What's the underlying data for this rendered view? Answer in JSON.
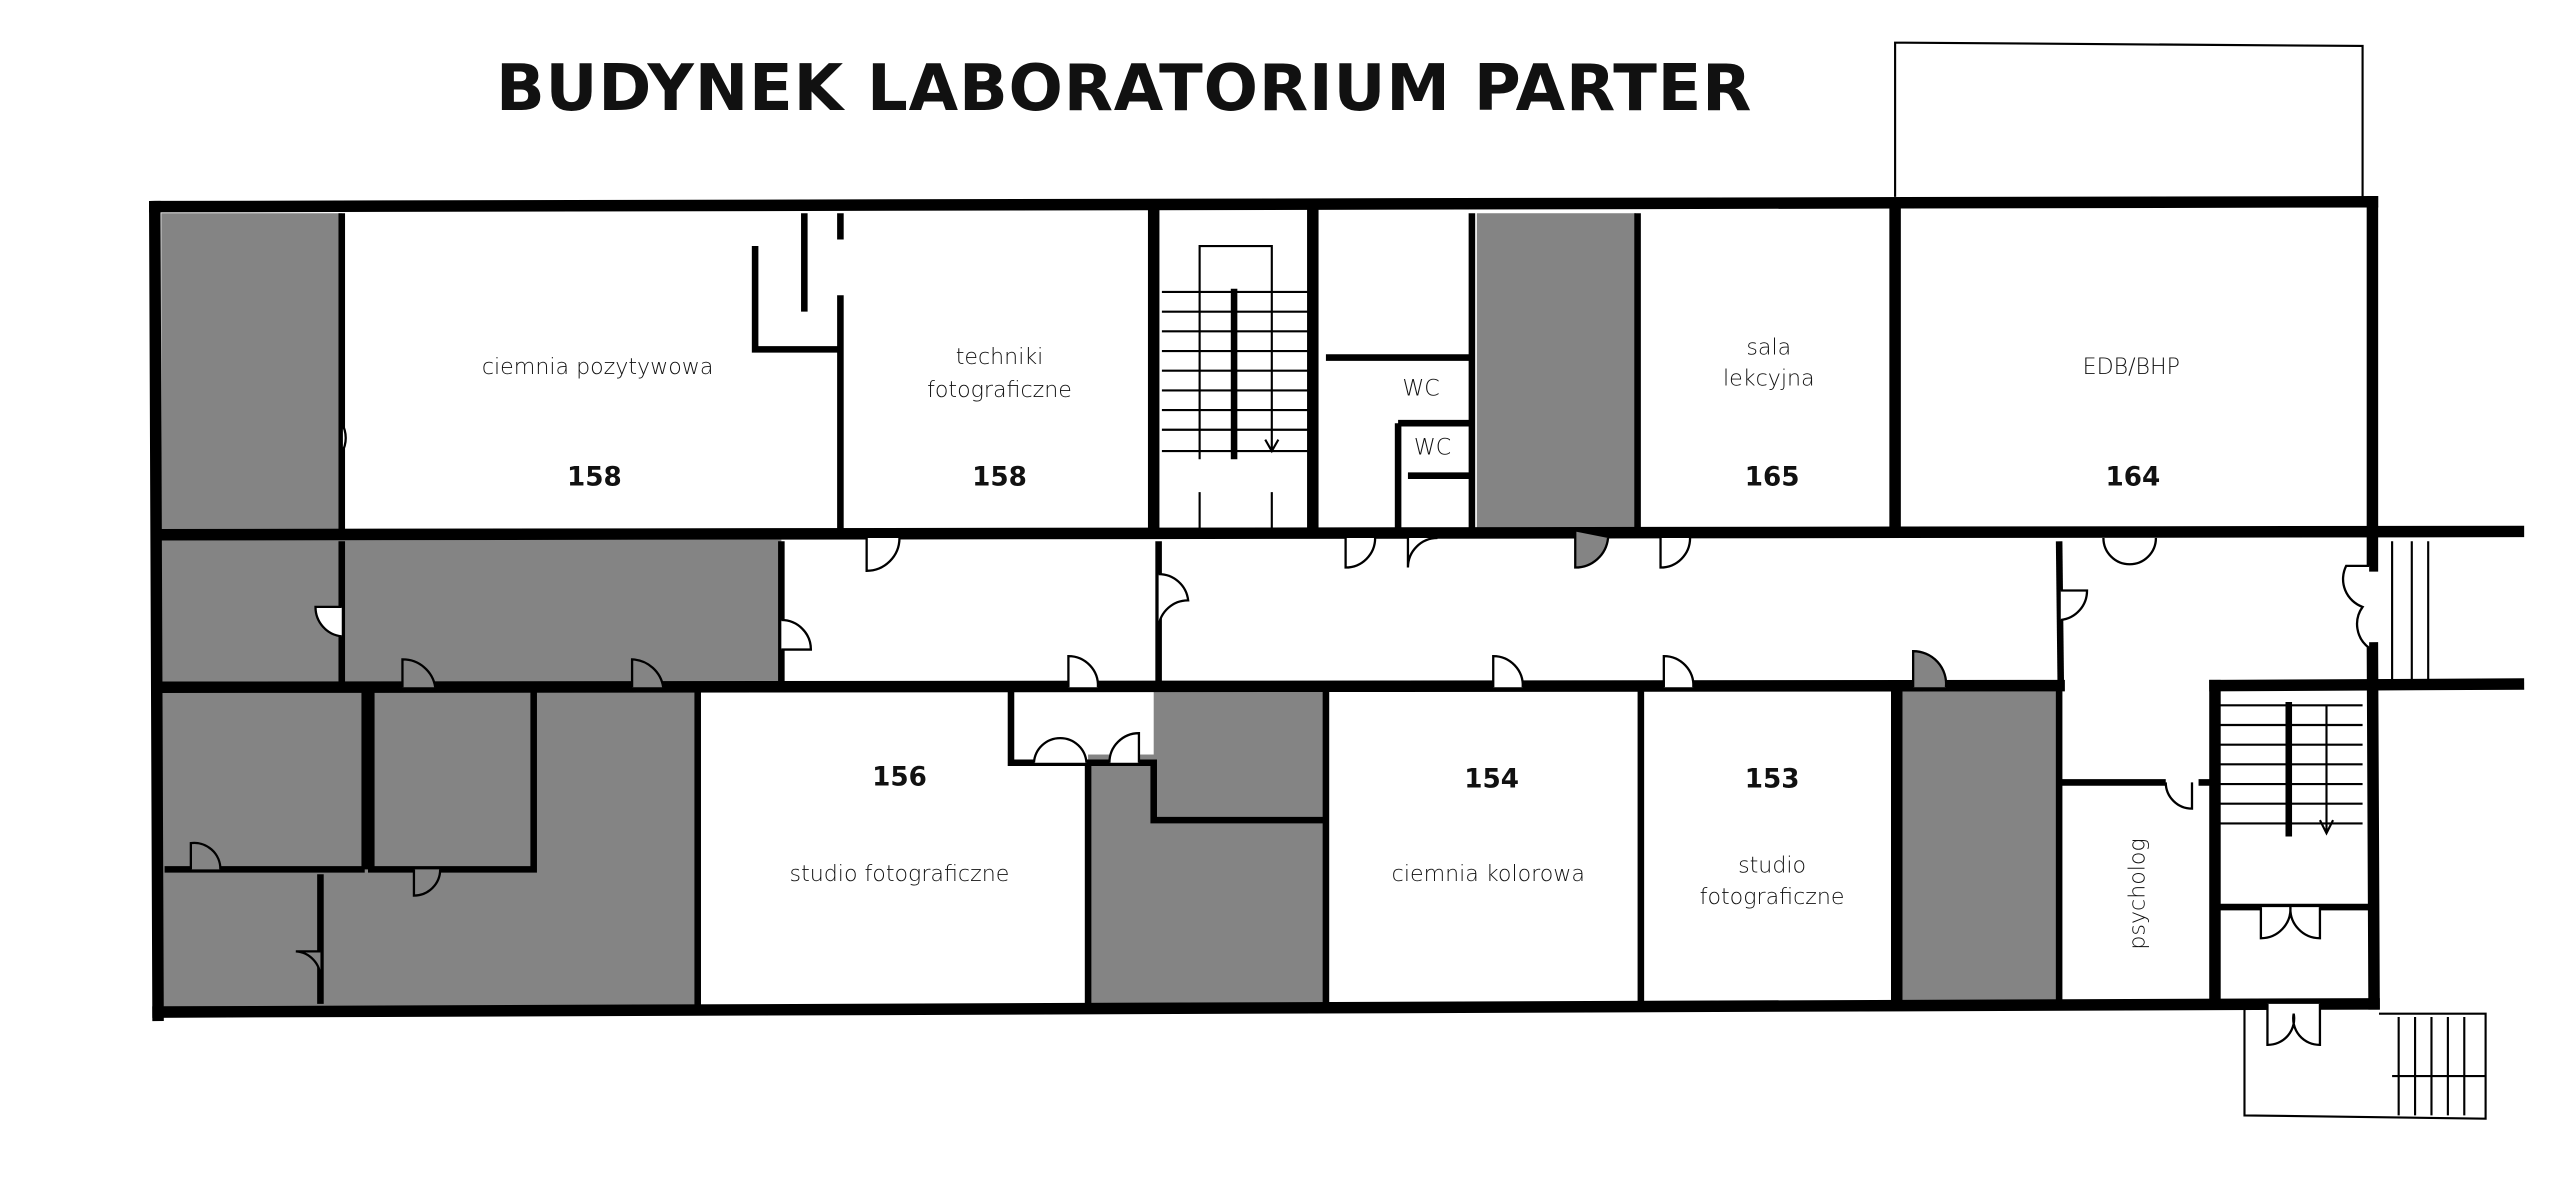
{
  "title": "BUDYNEK LABORATORIUM PARTER",
  "colors": {
    "wall": "#000000",
    "unused_area": "#848484",
    "room": "#ffffff"
  },
  "rooms": {
    "ciemnia_pozytywowa": {
      "name": "ciemnia pozytywowa",
      "number": "158"
    },
    "techniki": {
      "name_line1": "techniki",
      "name_line2": "fotograficzne",
      "number": "158"
    },
    "wc1": {
      "name": "WC"
    },
    "wc2": {
      "name": "WC"
    },
    "sala": {
      "name_line1": "sala",
      "name_line2": "lekcyjna",
      "number": "165"
    },
    "edb": {
      "name": "EDB/BHP",
      "number": "164"
    },
    "studio156": {
      "name": "studio fotograficzne",
      "number": "156"
    },
    "ciemnia_kolorowa": {
      "name": "ciemnia kolorowa",
      "number": "154"
    },
    "studio153": {
      "name_line1": "studio",
      "name_line2": "fotograficzne",
      "number": "153"
    },
    "psycholog": {
      "name": "psycholog"
    }
  }
}
